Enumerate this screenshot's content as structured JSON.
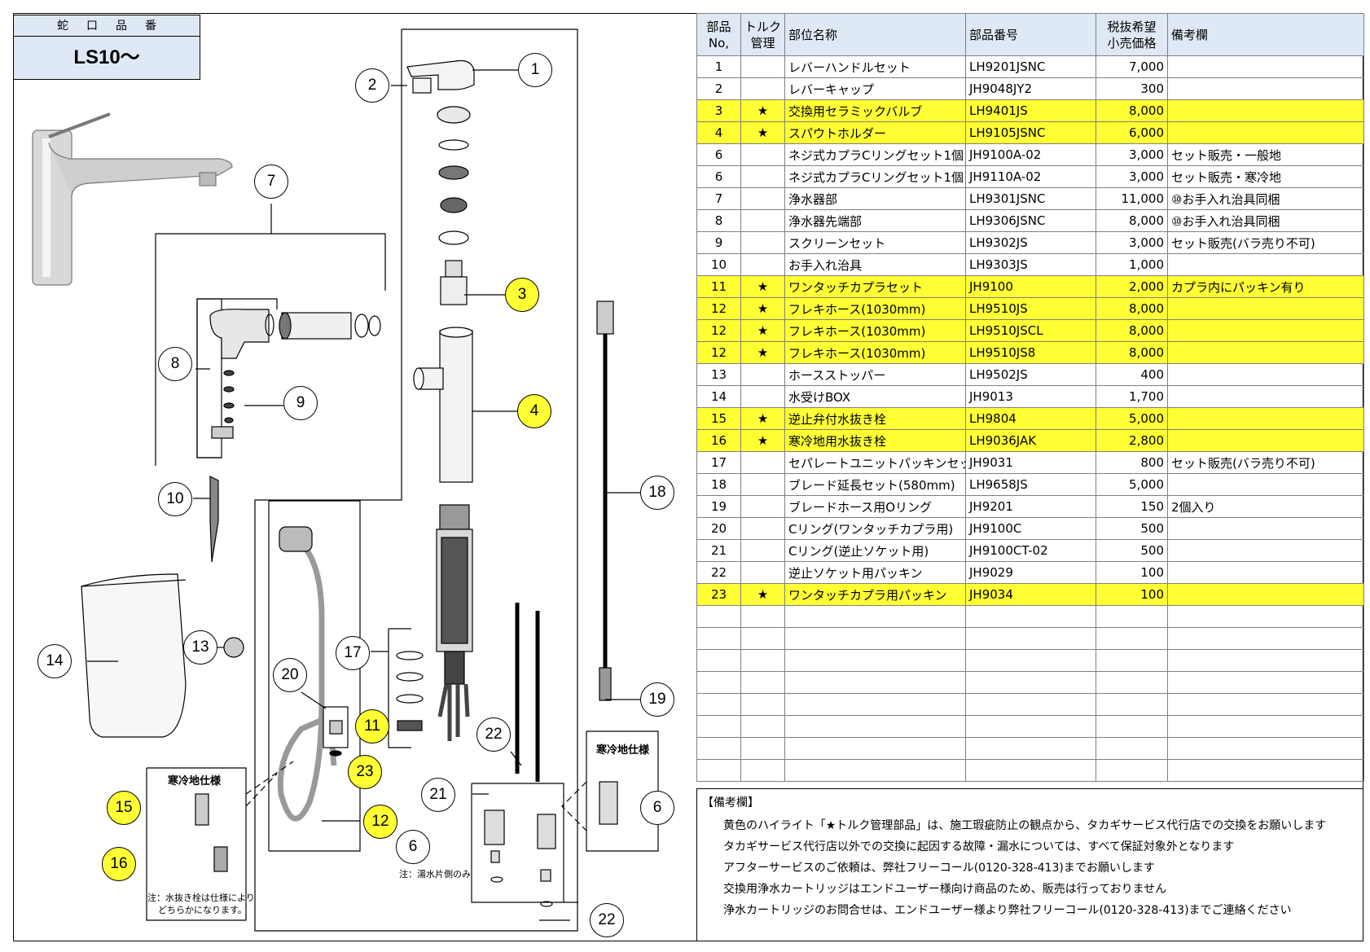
{
  "model": {
    "label": "蛇口品番",
    "value": "LS10〜"
  },
  "callouts": [
    {
      "n": "1",
      "hl": false
    },
    {
      "n": "2",
      "hl": false
    },
    {
      "n": "3",
      "hl": true
    },
    {
      "n": "4",
      "hl": true
    },
    {
      "n": "7",
      "hl": false
    },
    {
      "n": "8",
      "hl": false
    },
    {
      "n": "9",
      "hl": false
    },
    {
      "n": "10",
      "hl": false
    },
    {
      "n": "18",
      "hl": false
    },
    {
      "n": "13",
      "hl": false
    },
    {
      "n": "14",
      "hl": false
    },
    {
      "n": "17",
      "hl": false
    },
    {
      "n": "20",
      "hl": false
    },
    {
      "n": "11",
      "hl": true
    },
    {
      "n": "22",
      "hl": false
    },
    {
      "n": "19",
      "hl": false
    },
    {
      "n": "23",
      "hl": true
    },
    {
      "n": "21",
      "hl": false
    },
    {
      "n": "6",
      "hl": false
    },
    {
      "n": "15",
      "hl": true
    },
    {
      "n": "12",
      "hl": true
    },
    {
      "n": "6",
      "hl": false
    },
    {
      "n": "16",
      "hl": true
    },
    {
      "n": "22",
      "hl": false
    }
  ],
  "diagram_notes": {
    "cold_spec_left": "寒冷地仕様",
    "cold_spec_right": "寒冷地仕様",
    "hot_only": "注：湯水片側のみ",
    "drain_note_1": "注：水抜き栓は仕様により",
    "drain_note_2": "どちらかになります。"
  },
  "table": {
    "headers": {
      "no": "部品\nNo,",
      "torque": "トルク\n管理",
      "name": "部位名称",
      "part": "部品番号",
      "price": "税抜希望\n小売価格",
      "note": "備考欄"
    },
    "rows": [
      {
        "no": "1",
        "star": "",
        "name": "レバーハンドルセット",
        "part": "LH9201JSNC",
        "price": "7,000",
        "note": "",
        "hl": false
      },
      {
        "no": "2",
        "star": "",
        "name": "レバーキャップ",
        "part": "JH9048JY2",
        "price": "300",
        "note": "",
        "hl": false
      },
      {
        "no": "3",
        "star": "★",
        "name": "交換用セラミックバルブ",
        "part": "LH9401JS",
        "price": "8,000",
        "note": "",
        "hl": true
      },
      {
        "no": "4",
        "star": "★",
        "name": "スパウトホルダー",
        "part": "LH9105JSNC",
        "price": "6,000",
        "note": "",
        "hl": true
      },
      {
        "no": "6",
        "star": "",
        "name": "ネジ式カプラCリングセット1個",
        "part": "JH9100A-02",
        "price": "3,000",
        "note": "セット販売・一般地",
        "hl": false
      },
      {
        "no": "6",
        "star": "",
        "name": "ネジ式カプラCリングセット1個",
        "part": "JH9110A-02",
        "price": "3,000",
        "note": "セット販売・寒冷地",
        "hl": false
      },
      {
        "no": "7",
        "star": "",
        "name": "浄水器部",
        "part": "LH9301JSNC",
        "price": "11,000",
        "note": "⑩お手入れ治具同梱",
        "hl": false
      },
      {
        "no": "8",
        "star": "",
        "name": "浄水器先端部",
        "part": "LH9306JSNC",
        "price": "8,000",
        "note": "⑩お手入れ治具同梱",
        "hl": false
      },
      {
        "no": "9",
        "star": "",
        "name": "スクリーンセット",
        "part": "LH9302JS",
        "price": "3,000",
        "note": "セット販売(バラ売り不可)",
        "hl": false
      },
      {
        "no": "10",
        "star": "",
        "name": "お手入れ治具",
        "part": "LH9303JS",
        "price": "1,000",
        "note": "",
        "hl": false
      },
      {
        "no": "11",
        "star": "★",
        "name": "ワンタッチカプラセット",
        "part": "JH9100",
        "price": "2,000",
        "note": "カプラ内にパッキン有り",
        "hl": true
      },
      {
        "no": "12",
        "star": "★",
        "name": "フレキホース(1030mm)",
        "part": "LH9510JS",
        "price": "8,000",
        "note": "",
        "hl": true
      },
      {
        "no": "12",
        "star": "★",
        "name": "フレキホース(1030mm)",
        "part": "LH9510JSCL",
        "price": "8,000",
        "note": "",
        "hl": true
      },
      {
        "no": "12",
        "star": "★",
        "name": "フレキホース(1030mm)",
        "part": "LH9510JS8",
        "price": "8,000",
        "note": "",
        "hl": true
      },
      {
        "no": "13",
        "star": "",
        "name": "ホースストッパー",
        "part": "LH9502JS",
        "price": "400",
        "note": "",
        "hl": false
      },
      {
        "no": "14",
        "star": "",
        "name": "水受けBOX",
        "part": "JH9013",
        "price": "1,700",
        "note": "",
        "hl": false
      },
      {
        "no": "15",
        "star": "★",
        "name": "逆止弁付水抜き栓",
        "part": "LH9804",
        "price": "5,000",
        "note": "",
        "hl": true
      },
      {
        "no": "16",
        "star": "★",
        "name": "寒冷地用水抜き栓",
        "part": "LH9036JAK",
        "price": "2,800",
        "note": "",
        "hl": true
      },
      {
        "no": "17",
        "star": "",
        "name": "セパレートユニットパッキンセット",
        "part": "JH9031",
        "price": "800",
        "note": "セット販売(バラ売り不可)",
        "hl": false
      },
      {
        "no": "18",
        "star": "",
        "name": "ブレード延長セット(580mm)",
        "part": "LH9658JS",
        "price": "5,000",
        "note": "",
        "hl": false
      },
      {
        "no": "19",
        "star": "",
        "name": "ブレードホース用Oリング",
        "part": "JH9201",
        "price": "150",
        "note": "2個入り",
        "hl": false
      },
      {
        "no": "20",
        "star": "",
        "name": "Cリング(ワンタッチカプラ用)",
        "part": "JH9100C",
        "price": "500",
        "note": "",
        "hl": false
      },
      {
        "no": "21",
        "star": "",
        "name": "Cリング(逆止ソケット用)",
        "part": "JH9100CT-02",
        "price": "500",
        "note": "",
        "hl": false
      },
      {
        "no": "22",
        "star": "",
        "name": "逆止ソケット用パッキン",
        "part": "JH9029",
        "price": "100",
        "note": "",
        "hl": false
      },
      {
        "no": "23",
        "star": "★",
        "name": "ワンタッチカプラ用パッキン",
        "part": "JH9034",
        "price": "100",
        "note": "",
        "hl": true
      },
      {
        "no": "",
        "star": "",
        "name": "",
        "part": "",
        "price": "",
        "note": "",
        "hl": false
      },
      {
        "no": "",
        "star": "",
        "name": "",
        "part": "",
        "price": "",
        "note": "",
        "hl": false
      },
      {
        "no": "",
        "star": "",
        "name": "",
        "part": "",
        "price": "",
        "note": "",
        "hl": false
      },
      {
        "no": "",
        "star": "",
        "name": "",
        "part": "",
        "price": "",
        "note": "",
        "hl": false
      },
      {
        "no": "",
        "star": "",
        "name": "",
        "part": "",
        "price": "",
        "note": "",
        "hl": false
      },
      {
        "no": "",
        "star": "",
        "name": "",
        "part": "",
        "price": "",
        "note": "",
        "hl": false
      },
      {
        "no": "",
        "star": "",
        "name": "",
        "part": "",
        "price": "",
        "note": "",
        "hl": false
      },
      {
        "no": "",
        "star": "",
        "name": "",
        "part": "",
        "price": "",
        "note": "",
        "hl": false
      }
    ]
  },
  "remarks": {
    "title": "【備考欄】",
    "lines": [
      "黄色のハイライト「★トルク管理部品」は、施工瑕疵防止の観点から、タカギサービス代行店での交換をお願いします",
      "タカギサービス代行店以外での交換に起因する故障・漏水については、すべて保証対象外となります",
      "アフターサービスのご依頼は、弊社フリーコール(0120-328-413)までお願いします",
      "交換用浄水カートリッジはエンドユーザー様向け商品のため、販売は行っておりません",
      "浄水カートリッジのお問合せは、エンドユーザー様より弊社フリーコール(0120-328-413)までご連絡ください"
    ]
  },
  "colors": {
    "highlight": "#ffff33",
    "header_bg": "#dfe9f5",
    "grid": "#7f7f7f"
  }
}
